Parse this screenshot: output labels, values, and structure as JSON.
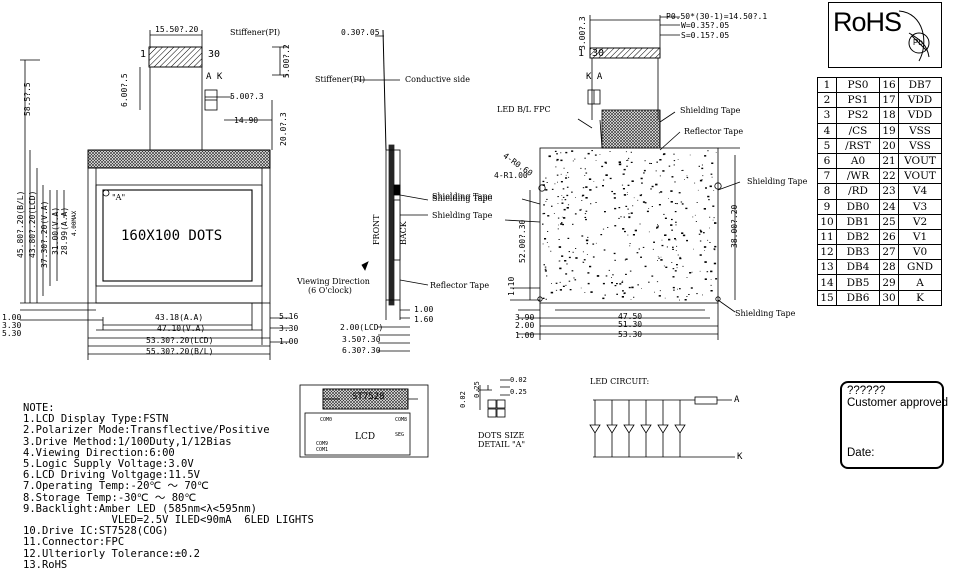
{
  "rohs": {
    "text": "RoHS",
    "pb_text": "Pb"
  },
  "front_view": {
    "dots_label": "160X100 DOTS",
    "detail_ref": "\"A\"",
    "stiffener_label": "Stiffener(PI)",
    "pin_start": "1",
    "pin_end": "30",
    "ak_label": "A K",
    "dims": {
      "stiff_w": "15.50?.20",
      "stiff_h": "5.00?.2",
      "d6_00": "6.00?.5",
      "d5_00": "5.00?.3",
      "d14_90": "14.90",
      "d20_07": "20.0?.3",
      "d58_57": "58.5?.5",
      "v_bl": "45.80?.20(B/L)",
      "v_lcd": "43.80?.20(LCD)",
      "v_va": "37.30?.20(V.A)",
      "v_aa": "31.00(V.A)",
      "v_aa2": "28.99(A.A)",
      "v_small": "4.00MAX",
      "h_aa": "43.18(A.A)",
      "h_va": "47.10(V.A)",
      "h_lcd": "53.30?.20(LCD)",
      "h_bl": "55.30?.20(B/L)",
      "r5_16": "5.16",
      "r3_30": "3.30",
      "r1_00": "1.00",
      "l1_00": "1.00",
      "l3_30": "3.30",
      "l5_30": "5.30"
    }
  },
  "side_view": {
    "top_dim": "0.30?.05",
    "stiffener": "Stiffener(PI)",
    "conductive": "Conductive side",
    "shield1": "Shielding Tape",
    "shield2": "Shielding Tape",
    "front": "FRONT",
    "back": "BACK",
    "reflector": "Reflector Tape",
    "viewing": "Viewing Direction",
    "viewing2": "(6 O'clock)",
    "d1_00": "1.00",
    "d1_60": "1.60",
    "d2_00": "2.00(LCD)",
    "d3_50": "3.50?.30",
    "d6_30": "6.30?.30"
  },
  "back_view": {
    "pitch": "P0.50*(30-1)=14.50?.1",
    "w": "W=0.35?.05",
    "s": "S=0.15?.05",
    "d3_00": "3.00?.3",
    "pin1": "1",
    "pin30": "30",
    "ka": "K A",
    "led_fpc": "LED B/L FPC",
    "shield_top": "Shielding Tape",
    "reflector": "Reflector Tape",
    "r0_60": "4-R0.60",
    "r1_00": "4-R1.00",
    "shield_left": "Shielding Tape",
    "shield_right": "Shielding Tape",
    "shield_bottom": "Shielding Tape",
    "d52_00": "52.00?.30",
    "d38_00": "38.00?.20",
    "d1_10": "1.10",
    "h3_90": "3.90",
    "h47_50": "47.50",
    "h2_00": "2.00",
    "h51_30": "51.30",
    "h1_00": "1.00",
    "h53_30": "53.30"
  },
  "block": {
    "ic": "ST7528",
    "lcd": "LCD",
    "com_a": "COM0",
    "com_b": "COM8",
    "com_c": "COM9",
    "com_d": "COM1",
    "seg": "SEG"
  },
  "dot_detail": {
    "d1": "0.02",
    "d2": "0.25",
    "d3": "0.02",
    "d4": "0.25",
    "title": "DOTS SIZE",
    "title2": "DETAIL \"A\""
  },
  "led": {
    "title": "LED CIRCUIT:",
    "a": "A",
    "k": "K"
  },
  "notes": {
    "title": "NOTE:",
    "lines": [
      "1.LCD Display Type:FSTN",
      "2.Polarizer Mode:Transflective/Positive",
      "3.Drive Method:1/100Duty,1/12Bias",
      "4.Viewing Direction:6:00",
      "5.Logic Supply Voltage:3.0V",
      "6.LCD Driving Voltgage:11.5V",
      "7.Operating Temp:-20℃ ～ 70℃",
      "8.Storage Temp:-30℃ ～ 80℃",
      "9.Backlight:Amber LED (585nm<λ<595nm)",
      "              VLED=2.5V ILED<90mA  6LED LIGHTS",
      "10.Drive IC:ST7528(COG)",
      "11.Connector:FPC",
      "12.Ulteriorly Tolerance:±0.2",
      "13.RoHS"
    ]
  },
  "pins": [
    [
      "1",
      "PS0",
      "16",
      "DB7"
    ],
    [
      "2",
      "PS1",
      "17",
      "VDD"
    ],
    [
      "3",
      "PS2",
      "18",
      "VDD"
    ],
    [
      "4",
      "/CS",
      "19",
      "VSS"
    ],
    [
      "5",
      "/RST",
      "20",
      "VSS"
    ],
    [
      "6",
      "A0",
      "21",
      "VOUT"
    ],
    [
      "7",
      "/WR",
      "22",
      "VOUT"
    ],
    [
      "8",
      "/RD",
      "23",
      "V4"
    ],
    [
      "9",
      "DB0",
      "24",
      "V3"
    ],
    [
      "10",
      "DB1",
      "25",
      "V2"
    ],
    [
      "11",
      "DB2",
      "26",
      "V1"
    ],
    [
      "12",
      "DB3",
      "27",
      "V0"
    ],
    [
      "13",
      "DB4",
      "28",
      "GND"
    ],
    [
      "14",
      "DB5",
      "29",
      "A"
    ],
    [
      "15",
      "DB6",
      "30",
      "K"
    ]
  ],
  "approval": {
    "marks": "??????",
    "customer": "Customer approved",
    "date": "Date:"
  }
}
